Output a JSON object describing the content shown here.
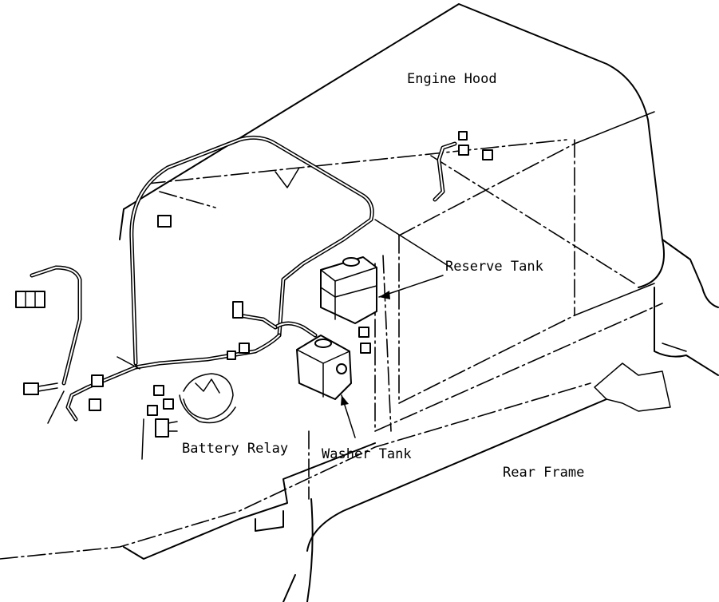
{
  "labels": {
    "engine_hood": "Engine Hood",
    "reserve_tank": "Reserve Tank",
    "washer_tank": "Washer Tank",
    "battery_relay": "Battery Relay",
    "rear_frame": "Rear Frame"
  }
}
